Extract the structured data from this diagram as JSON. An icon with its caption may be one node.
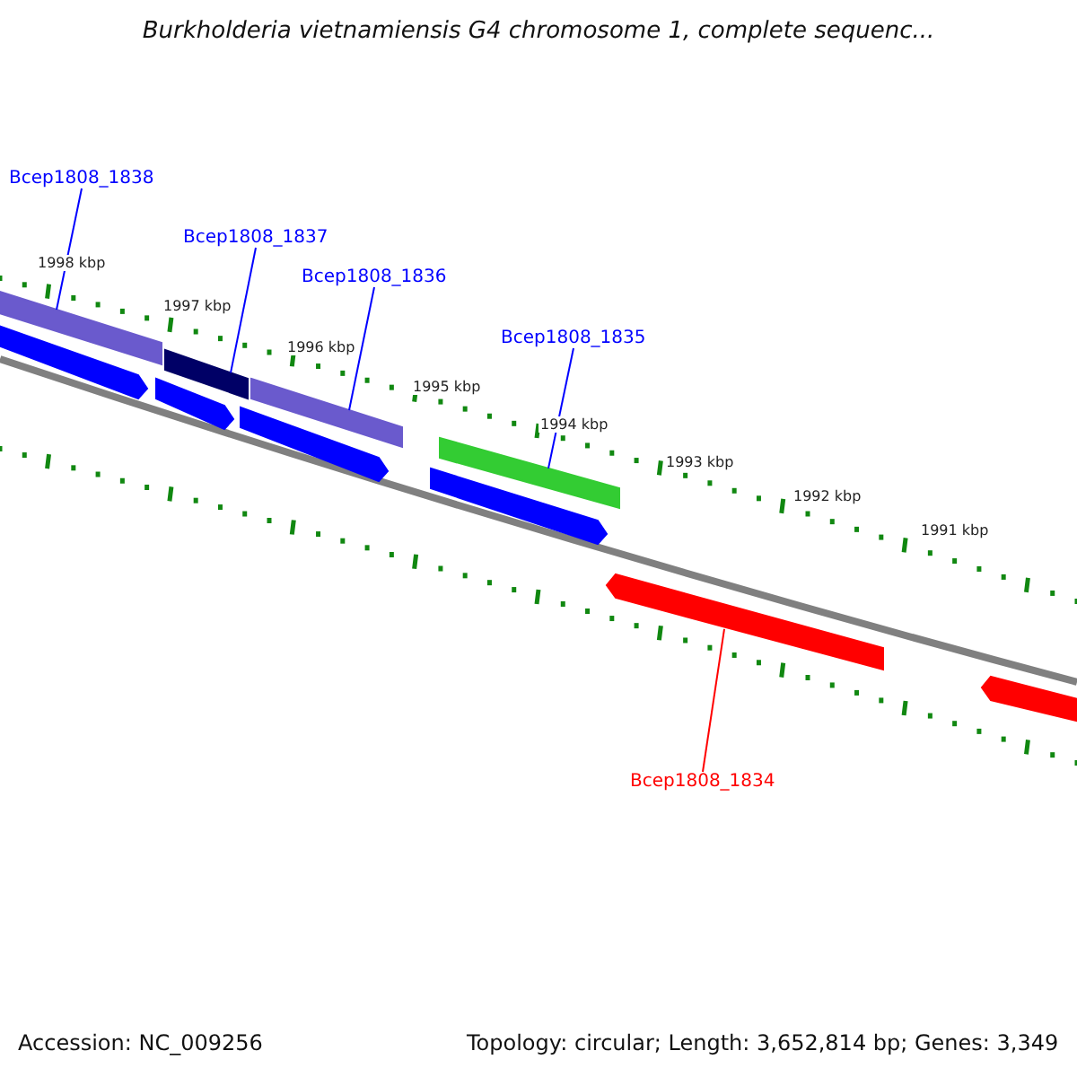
{
  "diagram": {
    "title": "Burkholderia vietnamiensis G4 chromosome 1, complete sequenc...",
    "nodes": [
      {
        "text": [
          "Bcep1808_1838"
        ]
      },
      {
        "text": [],
        "shape": "bar"
      },
      {
        "text": [],
        "shape": "bar"
      },
      {
        "text": [
          "Bcep1808_1837"
        ]
      },
      {
        "text": [],
        "shape": "bar"
      },
      {
        "text": [],
        "shape": "bar"
      },
      {
        "text": [
          "Bcep1808_1836"
        ]
      },
      {
        "text": [],
        "shape": "bar"
      },
      {
        "text": [],
        "shape": "bar"
      },
      {
        "text": [
          "Bcep1808_1835"
        ]
      },
      {
        "text": [],
        "shape": "bar"
      },
      {
        "text": [],
        "shape": "bar"
      },
      {
        "text": [],
        "shape": "bar"
      },
      {
        "text": [
          "Bcep1808_1834"
        ]
      },
      {
        "text": [],
        "shape": "bar"
      }
    ],
    "edges": [
      {
        "from": 0,
        "to": 1,
        "arrow": "none"
      },
      {
        "from": 3,
        "to": 4,
        "arrow": "none"
      },
      {
        "from": 6,
        "to": 7,
        "arrow": "none"
      },
      {
        "from": 9,
        "to": 10,
        "arrow": "none"
      },
      {
        "from": 13,
        "to": 12,
        "arrow": "none",
        "color": "#ff0000"
      }
    ],
    "labels": [
      "1998 kbp",
      "1997 kbp",
      "1996 kbp",
      "1995 kbp",
      "1994 kbp",
      "1993 kbp",
      "1992 kbp",
      "1991 kbp",
      "Accession: NC_009256",
      "Topology: circular; Length: 3,652,814 bp; Genes: 3,349"
    ]
  }
}
